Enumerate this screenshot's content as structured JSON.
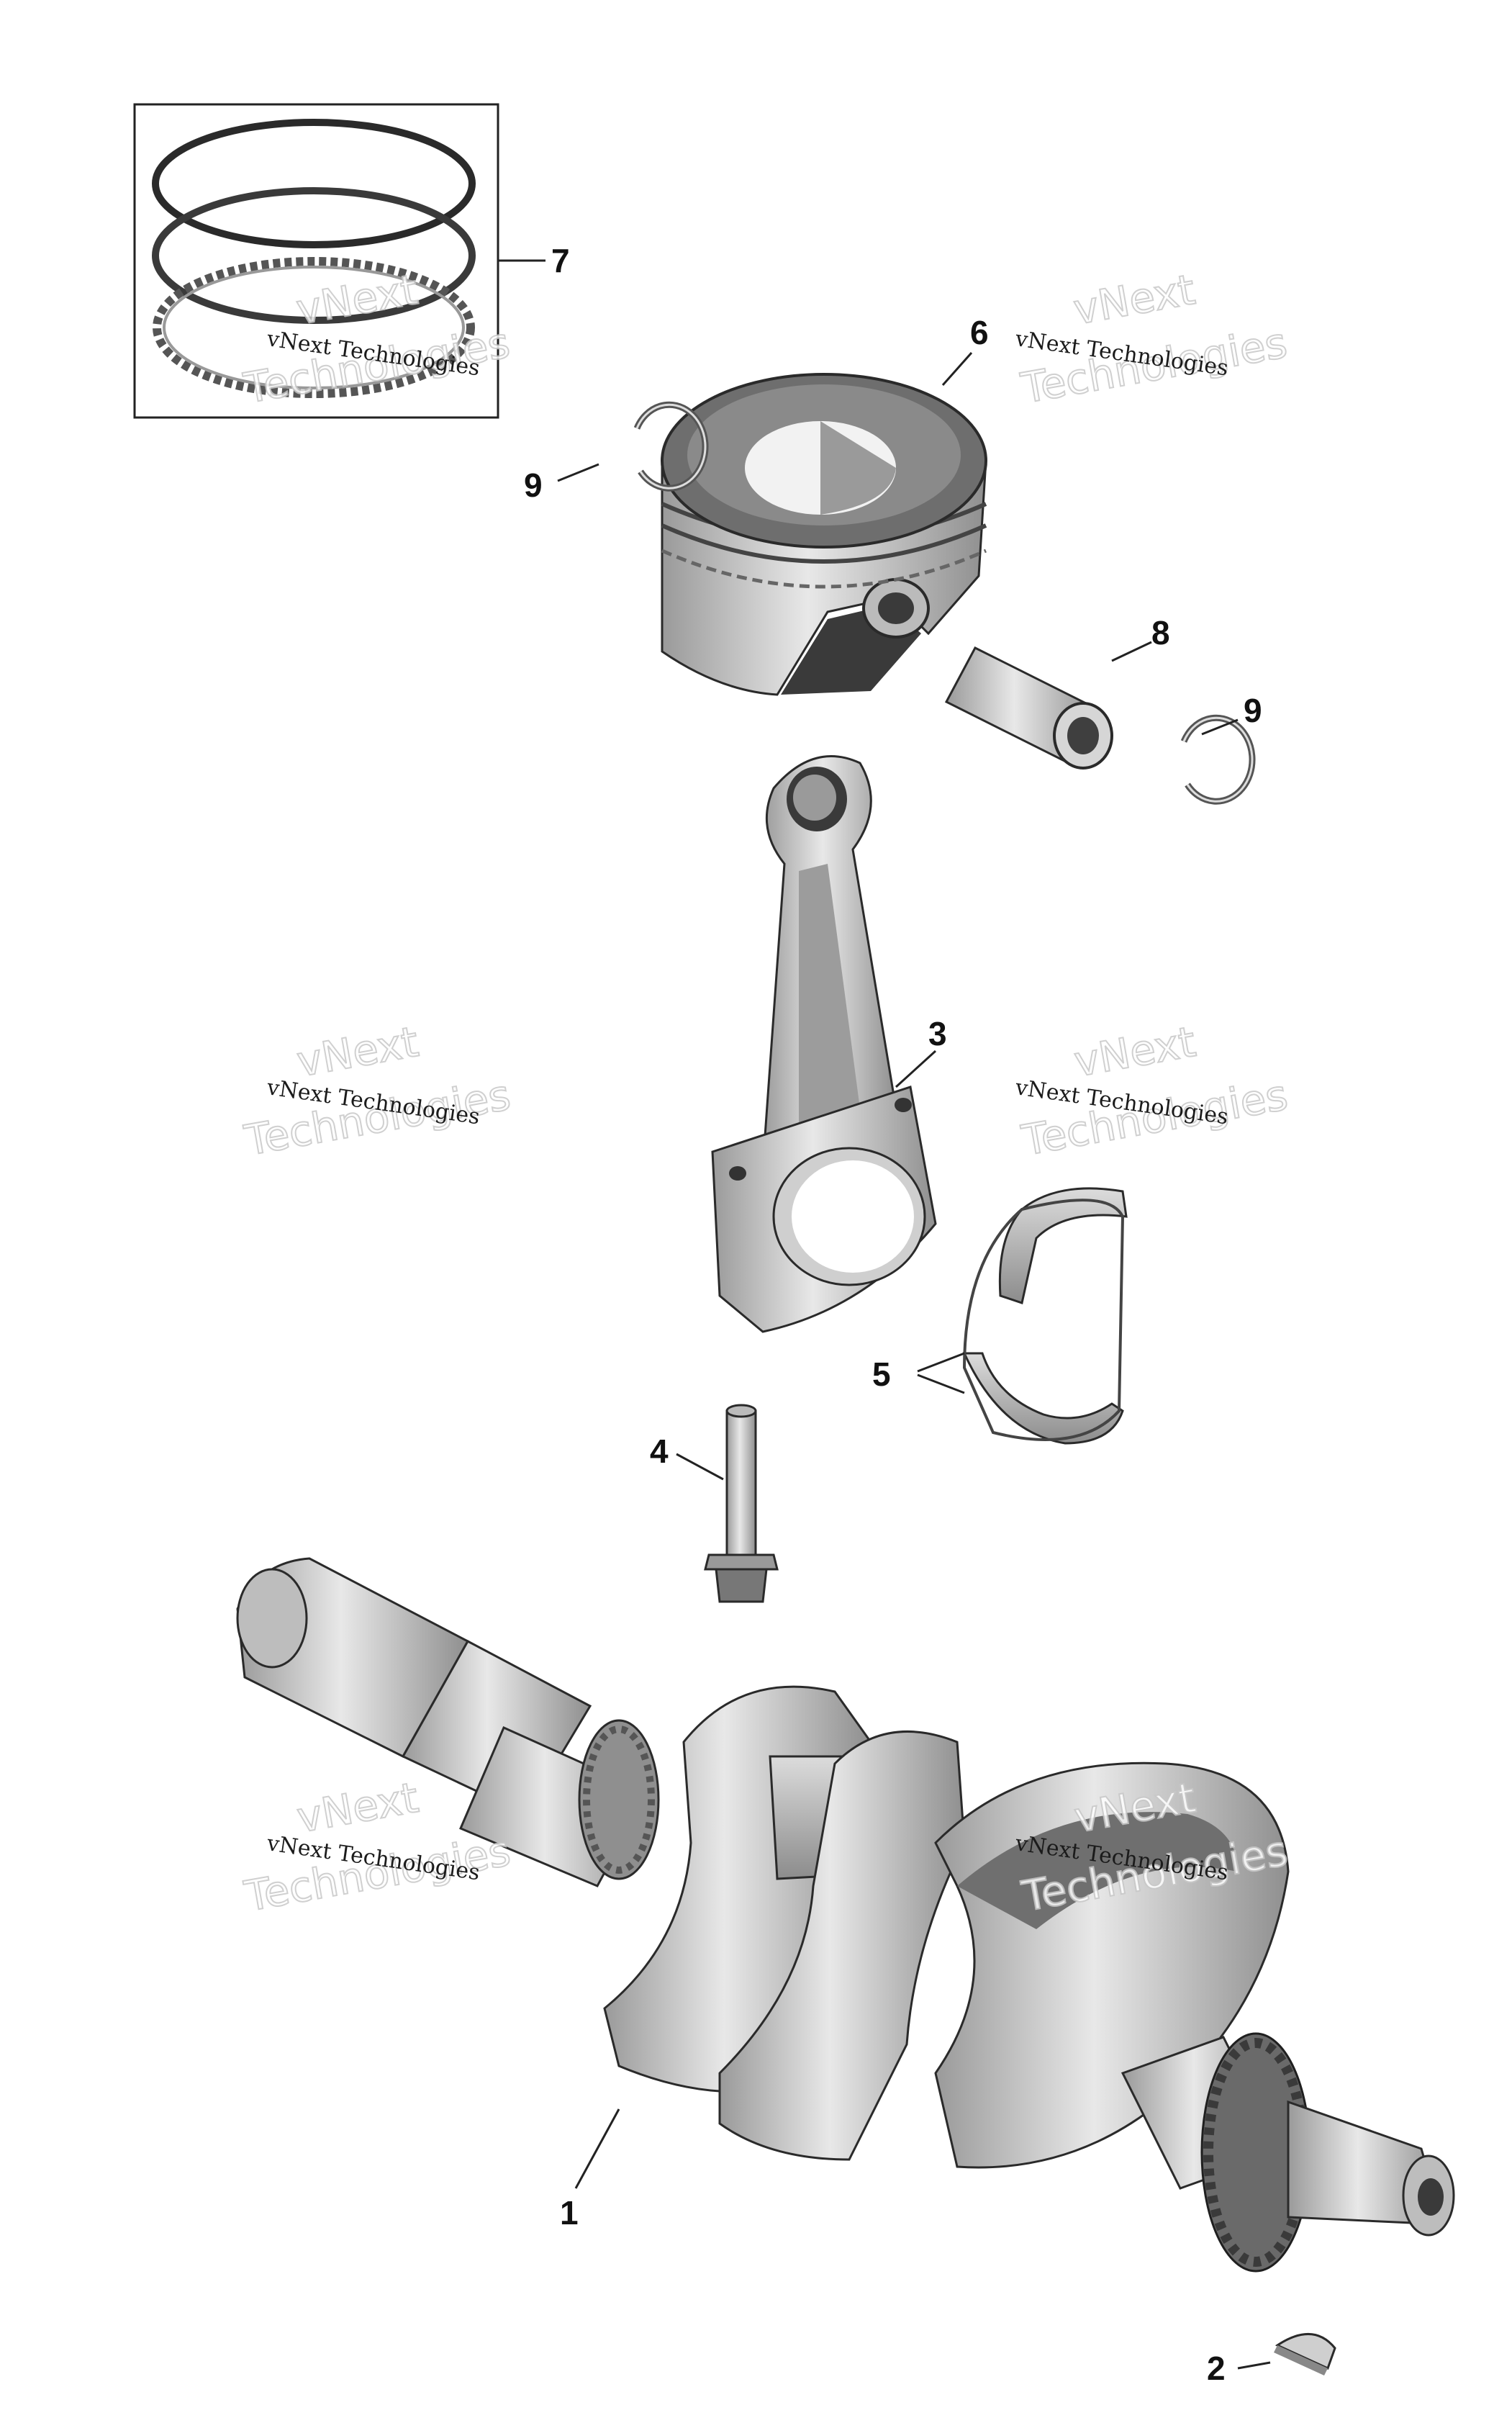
{
  "callouts": {
    "c1": "1",
    "c2": "2",
    "c3": "3",
    "c4": "4",
    "c5": "5",
    "c6": "6",
    "c7": "7",
    "c8": "8",
    "c9a": "9",
    "c9b": "9"
  },
  "watermarks": {
    "brand": "vNext",
    "line_small": "vNext Technologies",
    "line_big": "Technologies"
  },
  "colors": {
    "part_light": "#e6e6e6",
    "part_mid": "#bdbdbd",
    "part_dark": "#8a8a8a",
    "outline": "#2a2a2a"
  }
}
